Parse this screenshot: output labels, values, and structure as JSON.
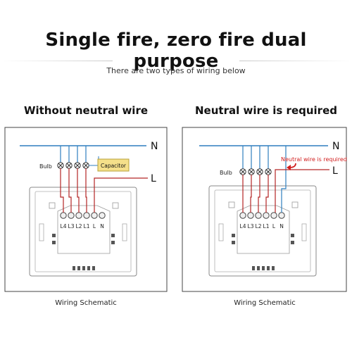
{
  "header": {
    "title": "Single fire, zero fire dual purpose",
    "subtitle": "There are two types of wiring below"
  },
  "panels": [
    {
      "title": "Without neutral wire",
      "caption": "Wiring Schematic",
      "n_label": "N",
      "l_label": "L",
      "bulb_label": "Bulb",
      "capacitor_label": "Capacitor",
      "terminals": [
        "L4",
        "L3",
        "L2",
        "L1",
        "L",
        "N"
      ]
    },
    {
      "title": "Neutral wire is required",
      "caption": "Wiring Schematic",
      "n_label": "N",
      "l_label": "L",
      "bulb_label": "Bulb",
      "note": "Neutral wire is required",
      "terminals": [
        "L4",
        "L3",
        "L2",
        "L1",
        "L",
        "N"
      ]
    }
  ],
  "colors": {
    "neutral_wire": "#2f7fbf",
    "live_wire": "#b32626",
    "capacitor_fill": "#f5e08a",
    "capacitor_border": "#b8a23a",
    "note": "#d11d1d"
  }
}
